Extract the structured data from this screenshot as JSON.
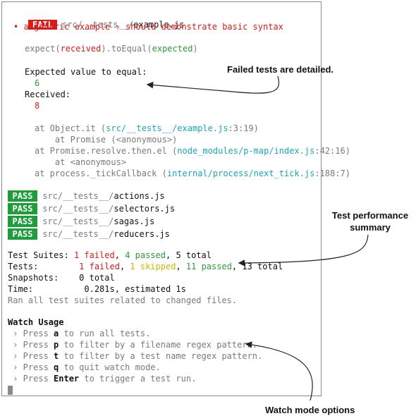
{
  "fail_block": {
    "badge": "FAIL",
    "path_prefix": "src/__tests__/",
    "file": "example.js",
    "test_title": "• a generic example › should demonstrate basic syntax",
    "assertion": {
      "a": "expect(",
      "received": "received",
      "b": ").toEqual(",
      "expected": "expected",
      "c": ")"
    },
    "expected_label": "Expected value to equal:",
    "expected_value": "6",
    "received_label": "Received:",
    "received_value": "8",
    "stack": [
      {
        "pre": "at Object.it (",
        "loc": "src/__tests__/example.js",
        "post": ":3:19)"
      },
      {
        "pre": "    at Promise (<anonymous>)",
        "loc": "",
        "post": ""
      },
      {
        "pre": "at Promise.resolve.then.el (",
        "loc": "node_modules/p-map/index.js",
        "post": ":42:16)"
      },
      {
        "pre": "    at <anonymous>",
        "loc": "",
        "post": ""
      },
      {
        "pre": "at process._tickCallback (",
        "loc": "internal/process/next_tick.js",
        "post": ":188:7)"
      }
    ]
  },
  "pass_files": [
    {
      "badge": "PASS",
      "path_prefix": "src/__tests__/",
      "file": "actions.js"
    },
    {
      "badge": "PASS",
      "path_prefix": "src/__tests__/",
      "file": "selectors.js"
    },
    {
      "badge": "PASS",
      "path_prefix": "src/__tests__/",
      "file": "sagas.js"
    },
    {
      "badge": "PASS",
      "path_prefix": "src/__tests__/",
      "file": "reducers.js"
    }
  ],
  "summary": {
    "suites_label": "Test Suites:",
    "suites_failed": "1 failed",
    "suites_passed": "4 passed",
    "suites_total": "5 total",
    "tests_label": "Tests:",
    "tests_failed": "1 failed",
    "tests_skipped": "1 skipped",
    "tests_passed": "11 passed",
    "tests_total": "13 total",
    "snapshots_label": "Snapshots:",
    "snapshots_value": "0 total",
    "time_label": "Time:",
    "time_value": "0.281s, estimated 1s",
    "ran_note": "Ran all test suites related to changed files."
  },
  "watch": {
    "title": "Watch Usage",
    "items": [
      {
        "pre": " › Press ",
        "key": "a",
        "post": " to run all tests."
      },
      {
        "pre": " › Press ",
        "key": "p",
        "post": " to filter by a filename regex pattern."
      },
      {
        "pre": " › Press ",
        "key": "t",
        "post": " to filter by a test name regex pattern."
      },
      {
        "pre": " › Press ",
        "key": "q",
        "post": " to quit watch mode."
      },
      {
        "pre": " › Press ",
        "key": "Enter",
        "post": " to trigger a test run."
      }
    ]
  },
  "callouts": {
    "failed": "Failed tests are detailed.",
    "performance_line1": "Test performance",
    "performance_line2": "summary",
    "watch": "Watch mode options"
  },
  "colors": {
    "fail_red": "#d81b1b",
    "pass_green": "#1f9d3a",
    "skip_yellow": "#c7b800",
    "path_cyan": "#1aa7b8"
  }
}
